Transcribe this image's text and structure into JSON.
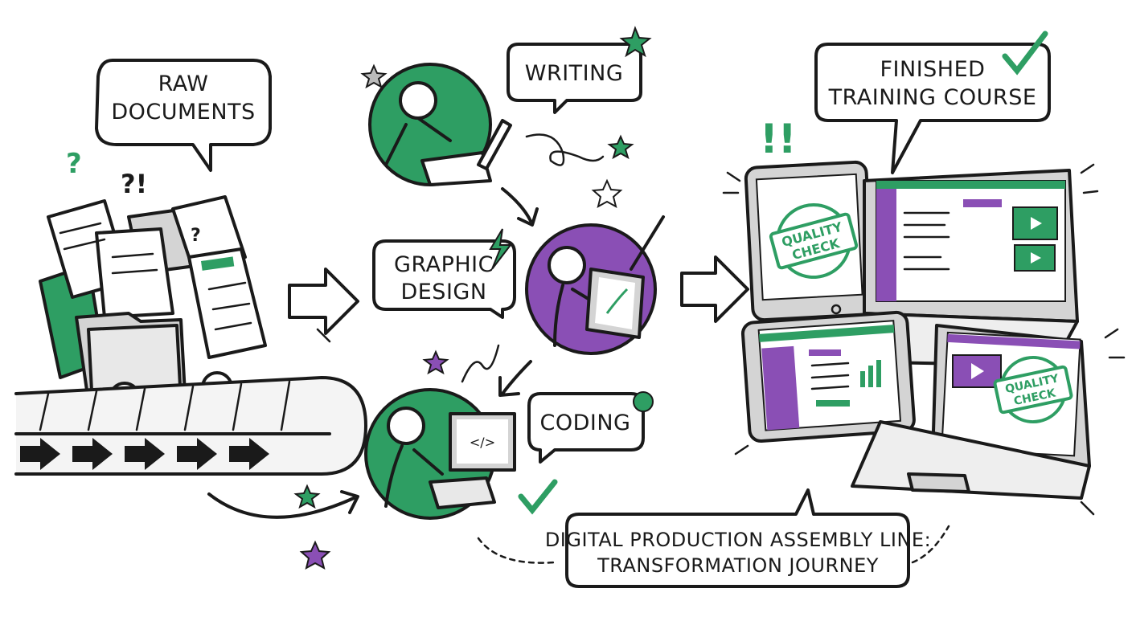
{
  "colors": {
    "green": "#2e9e63",
    "purple": "#8a4fb5",
    "ink": "#1a1a1a",
    "grey": "#d4d4d4"
  },
  "raw": {
    "line1": "RAW",
    "line2": "DOCUMENTS",
    "marks1": "?!",
    "marks2": "?",
    "paper_mark": "?"
  },
  "steps": {
    "writing": "WRITING",
    "design_line1": "GRAPHIC",
    "design_line2": "DESIGN",
    "coding": "CODING",
    "code_symbol": "</>"
  },
  "finished": {
    "line1": "FINISHED",
    "line2": "TRAINING COURSE",
    "marks": "!!"
  },
  "stamp": {
    "line1": "QUALITY",
    "line2": "CHECK"
  },
  "banner": {
    "line1": "DIGITAL PRODUCTION ASSEMBLY LINE:",
    "line2": "TRANSFORMATION JOURNEY"
  }
}
